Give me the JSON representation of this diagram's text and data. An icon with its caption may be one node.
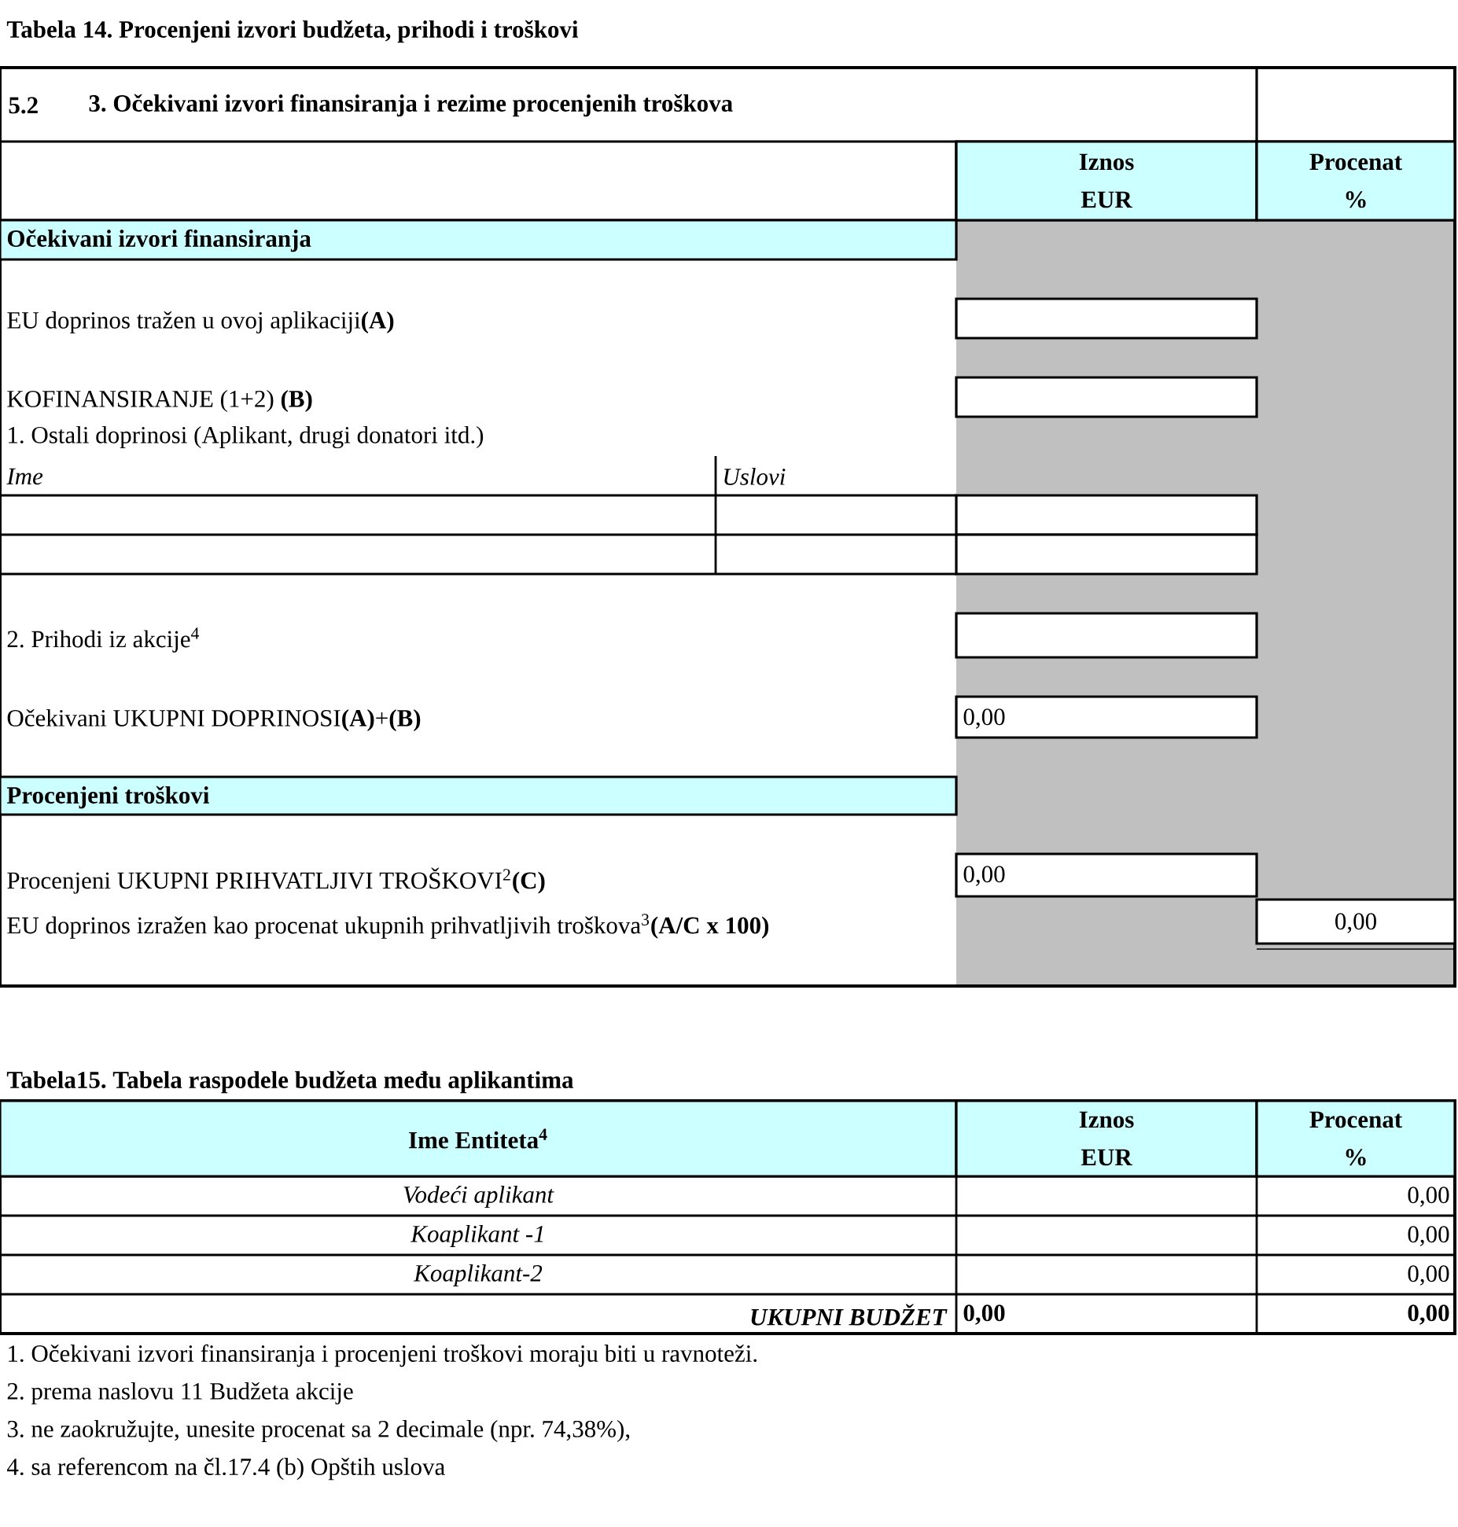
{
  "diagram": {
    "title": "Tabela 14. Procenjeni izvori budžeta, prihodi i troškovi",
    "labels": [
      "5.2",
      "3. Očekivani izvori finansiranja i rezime procenjenih troškova",
      "Iznos EUR",
      "Procenat %",
      "Očekivani izvori finansiranja",
      "EU doprinos tražen u ovoj aplikaciji**(A)**",
      "KOFINANSIRANJE (1+2) **(B)**",
      "1. Ostali doprinosi (Aplikant, drugi donatori itd.)",
      "Ime",
      "Uslovi",
      "2. Prihodi iz akcije$^{4}$",
      "Očekivani UKUPNI DOPRINOSI**(A)**+**(B)**",
      "0,00",
      "Procenjeni troškovi",
      "Procenjeni UKUPNI PRIHVATLJIVI TROŠKOVI$^{2}$**(C)**",
      "0,00",
      "EU doprinos izražen kao procenat ukupnih prihvatljivih troškova$^{3}$**(A/C x 100)**",
      "0,00",
      "Tabela15. Tabela raspodele budžeta među aplikantima",
      "Ime Entiteta$^{4}$",
      "Iznos EUR",
      "Procenat %",
      "Vodeći aplikant",
      "0,00",
      "Koaplikant -1",
      "0,00",
      "Koaplikant-2",
      "0,00",
      "UKUPNI BUDŽET",
      "0,00",
      "0,00",
      "1. Očekivani izvori finansiranja i procenjeni troškovi moraju biti u ravnoteži.",
      "2. prema naslovu 11 Budžeta akcije",
      "3. ne zaokružujte, unesite procenat sa 2 decimale (npr. 74,38%),",
      "4. sa referencom na čl.17.4 (b) Opštih uslova"
    ]
  }
}
